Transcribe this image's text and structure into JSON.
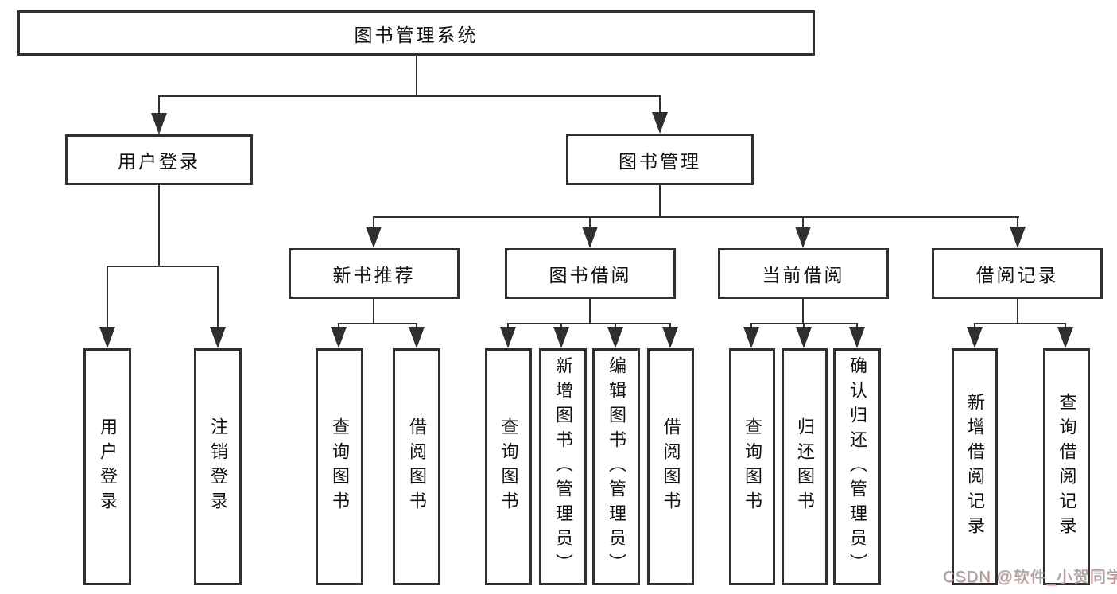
{
  "diagram": {
    "root": {
      "label": "图书管理系统"
    },
    "user_login": {
      "label": "用户登录",
      "children": [
        "用户登录",
        "注销登录"
      ]
    },
    "book_mgmt": {
      "label": "图书管理",
      "sections": [
        {
          "label": "新书推荐",
          "children": [
            "查询图书",
            "借阅图书"
          ]
        },
        {
          "label": "图书借阅",
          "children": [
            "查询图书",
            "新增图书（管理员）",
            "编辑图书（管理员）",
            "借阅图书"
          ]
        },
        {
          "label": "当前借阅",
          "children": [
            "查询图书",
            "归还图书",
            "确认归还（管理员）"
          ]
        },
        {
          "label": "借阅记录",
          "children": [
            "新增借阅记录",
            "查询借阅记录"
          ]
        }
      ]
    }
  },
  "watermark": {
    "text": "CSDN @软件_小贺同学"
  },
  "colors": {
    "line": "#2f2f2f",
    "text": "#111111",
    "background": "#ffffff",
    "watermark": "#9f9f9f"
  }
}
